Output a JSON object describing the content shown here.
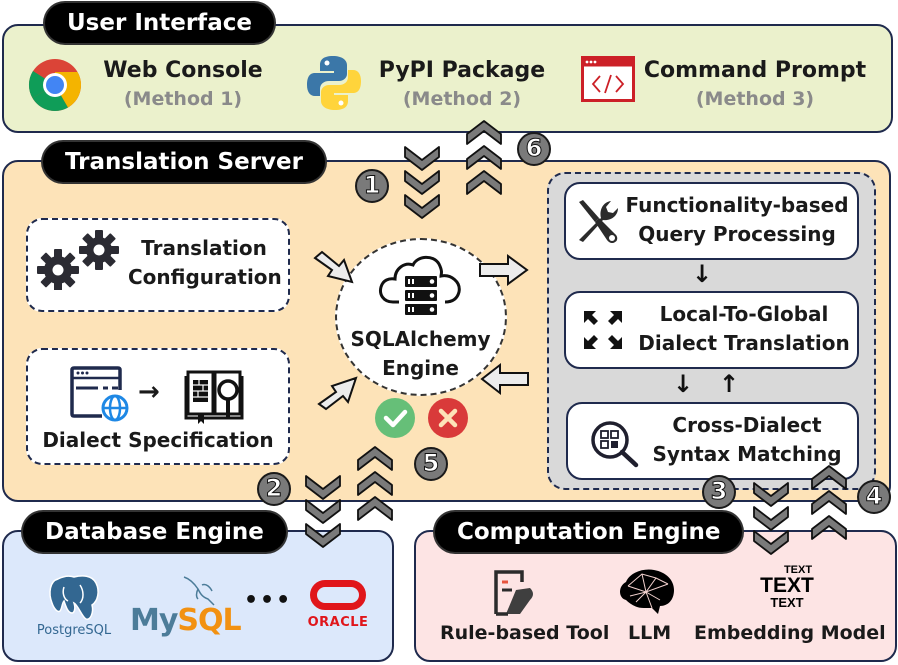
{
  "user_interface": {
    "title": "User Interface",
    "methods": [
      {
        "name": "Web Console",
        "label": "(Method 1)",
        "icon": "chrome-icon"
      },
      {
        "name": "PyPI Package",
        "label": "(Method 2)",
        "icon": "python-icon"
      },
      {
        "name": "Command Prompt",
        "label": "(Method 3)",
        "icon": "code-window-icon"
      }
    ]
  },
  "translation_server": {
    "title": "Translation Server",
    "config": {
      "line1": "Translation",
      "line2": "Configuration"
    },
    "dialect_spec": {
      "label": "Dialect Specification"
    },
    "engine": {
      "line1": "SQLAlchemy",
      "line2": "Engine"
    },
    "pipeline": [
      {
        "line1": "Functionality-based",
        "line2": "Query Processing"
      },
      {
        "line1": "Local-To-Global",
        "line2": "Dialect Translation"
      },
      {
        "line1": "Cross-Dialect",
        "line2": "Syntax Matching"
      }
    ],
    "arrows": {
      "down": "↓",
      "up": "↑"
    }
  },
  "steps": [
    "1",
    "2",
    "3",
    "4",
    "5",
    "6"
  ],
  "database_engine": {
    "title": "Database Engine",
    "items": [
      "PostgreSQL",
      "MySQL",
      "•••",
      "ORACLE"
    ],
    "mysql_parts": [
      "My",
      "SQL"
    ]
  },
  "computation_engine": {
    "title": "Computation Engine",
    "items": [
      "Rule-based Tool",
      "LLM",
      "Embedding Model"
    ],
    "text_icon": [
      "TEXT",
      "TEXT",
      "TEXT"
    ]
  },
  "colors": {
    "ui_bg": "#ebf1cc",
    "server_bg": "#fde3b8",
    "pipeline_bg": "#d9d9d9",
    "db_bg": "#dce8fb",
    "comp_bg": "#fde4e4",
    "border": "#1f2a4d",
    "chevron": "#7a7a7a"
  }
}
